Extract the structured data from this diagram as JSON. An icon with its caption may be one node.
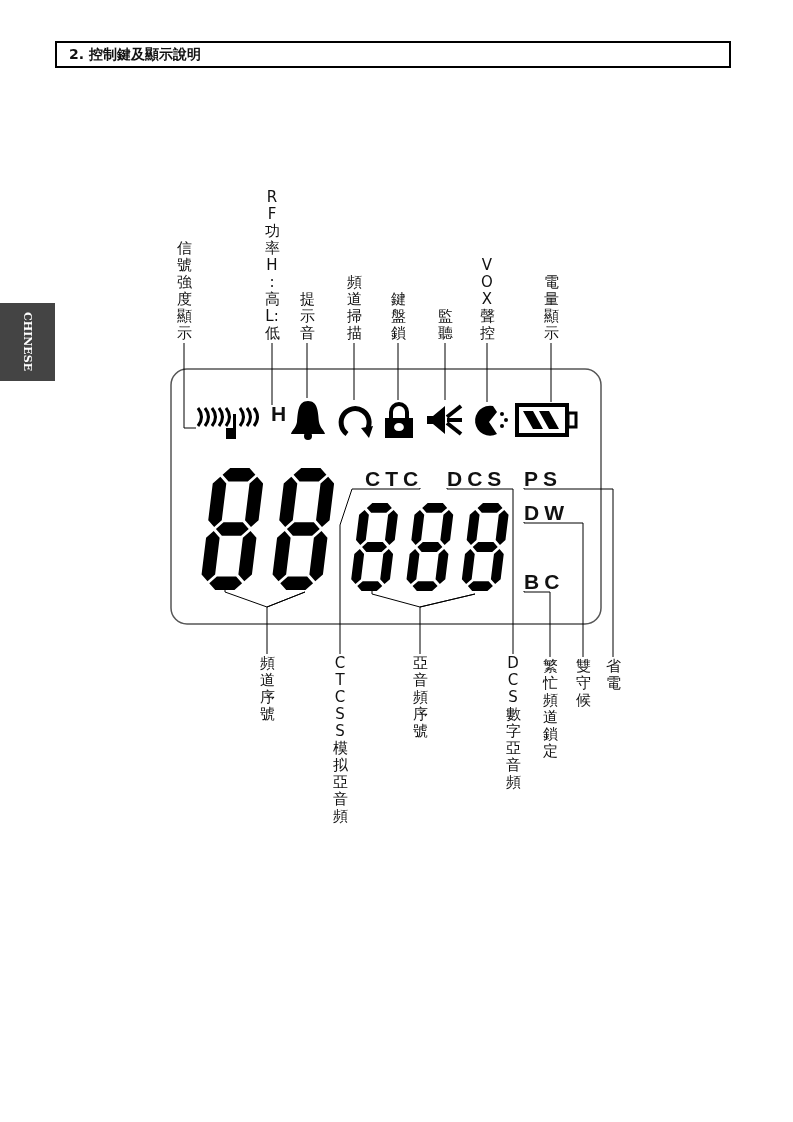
{
  "diagram": {
    "title": "2. 控制鍵及顯示說明",
    "nodes": [
      {
        "text": [
          "信號強度顯示"
        ]
      },
      {
        "text": [
          "RF 功率 H: 高 L: 低"
        ]
      },
      {
        "text": [
          "提示音"
        ]
      },
      {
        "text": [
          "頻道掃描"
        ]
      },
      {
        "text": [
          "鍵盤鎖"
        ]
      },
      {
        "text": [
          "監聽"
        ]
      },
      {
        "text": [
          "VOX 聲控"
        ]
      },
      {
        "text": [
          "電量顯示"
        ]
      },
      {
        "text": [],
        "shape": "box"
      },
      {
        "text": [],
        "shape": "signal",
        "in": 8
      },
      {
        "text": [
          "H"
        ],
        "in": 8
      },
      {
        "text": [],
        "shape": "bell",
        "in": 8
      },
      {
        "text": [],
        "shape": "arrow",
        "in": 8
      },
      {
        "text": [],
        "shape": "lock",
        "in": 8
      },
      {
        "text": [],
        "shape": "speaker",
        "in": 8
      },
      {
        "text": [],
        "shape": "head",
        "in": 8
      },
      {
        "text": [],
        "shape": "battery",
        "in": 8
      },
      {
        "text": [
          "CTC"
        ],
        "in": 8
      },
      {
        "text": [
          "DCS"
        ],
        "in": 8
      },
      {
        "text": [
          "PS"
        ],
        "in": 8
      },
      {
        "text": [
          "DW"
        ],
        "in": 8
      },
      {
        "text": [],
        "shape": "digits",
        "in": 8
      },
      {
        "text": [],
        "shape": "digits",
        "in": 8
      },
      {
        "text": [
          "BC"
        ],
        "in": 8
      },
      {
        "text": [
          "頻道序號"
        ]
      },
      {
        "text": [
          "CTCSS 模拟亞音頻"
        ]
      },
      {
        "text": [
          "亞音頻序號"
        ]
      },
      {
        "text": [
          "DCS 數字亞音頻"
        ]
      },
      {
        "text": [
          "繁忙頻道鎖定"
        ]
      },
      {
        "text": [
          "雙守候"
        ]
      },
      {
        "text": [
          "省電"
        ]
      }
    ],
    "edges": [
      {
        "from": 0,
        "to": 9,
        "arrow": "none"
      },
      {
        "from": 1,
        "to": 10,
        "arrow": "none"
      },
      {
        "from": 2,
        "to": 11,
        "arrow": "none"
      },
      {
        "from": 3,
        "to": 12,
        "arrow": "none"
      },
      {
        "from": 4,
        "to": 13,
        "arrow": "none"
      },
      {
        "from": 5,
        "to": 14,
        "arrow": "none"
      },
      {
        "from": 6,
        "to": 15,
        "arrow": "none"
      },
      {
        "from": 7,
        "to": 16,
        "arrow": "none"
      },
      {
        "from": 24,
        "to": 21,
        "arrow": "none"
      },
      {
        "from": 25,
        "to": 17,
        "arrow": "none"
      },
      {
        "from": 26,
        "to": 22,
        "arrow": "none"
      },
      {
        "from": 27,
        "to": 18,
        "arrow": "none"
      },
      {
        "from": 28,
        "to": 23,
        "arrow": "none"
      },
      {
        "from": 29,
        "to": 20,
        "arrow": "none"
      },
      {
        "from": 30,
        "to": 19,
        "arrow": "none"
      }
    ],
    "labels": [
      "CHINESE"
    ]
  }
}
